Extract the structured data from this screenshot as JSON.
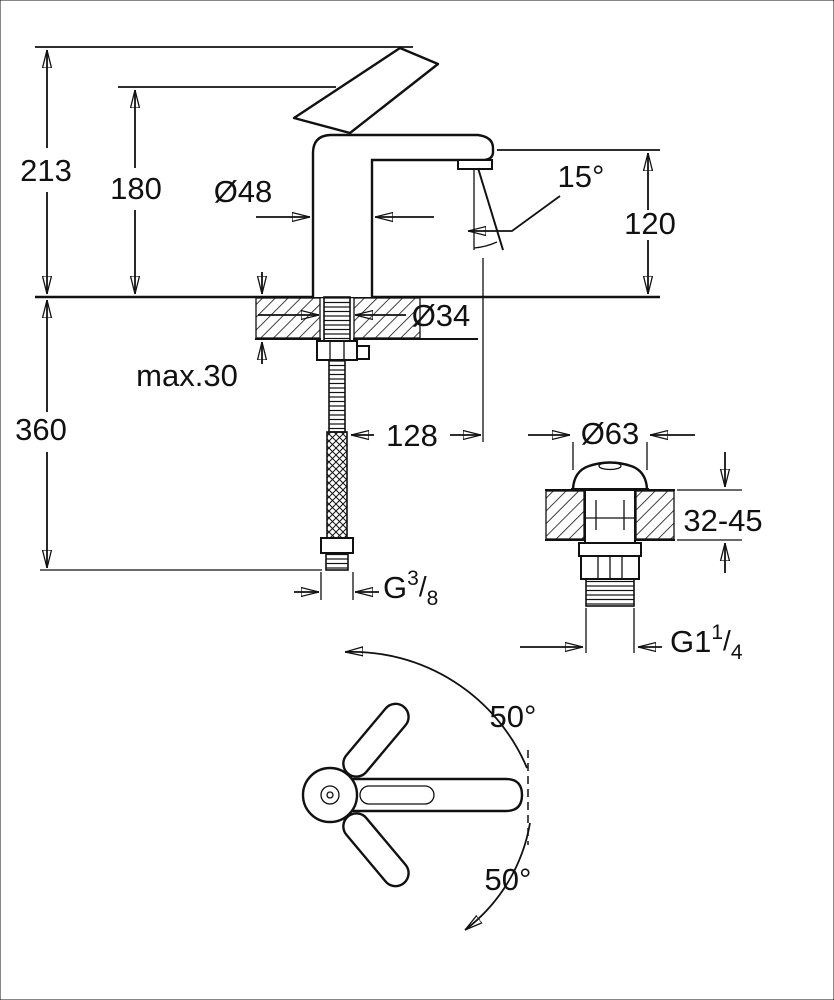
{
  "drawing": {
    "side_view": {
      "total_height_mm": "213",
      "body_height_mm": "180",
      "base_diameter": "Ø48",
      "spout_angle": "15°",
      "spout_height_mm": "120",
      "shank_diameter": "Ø34",
      "max_deck_thickness": "max.30",
      "hose_length_mm": "360",
      "spout_reach_mm": "128",
      "supply_thread": {
        "prefix": "G",
        "numerator": "3",
        "slash": "/",
        "denominator": "8"
      }
    },
    "drain": {
      "flange_diameter": "Ø63",
      "deck_range_mm": "32-45",
      "waste_thread": {
        "prefix": "G1",
        "numerator": "1",
        "slash": "/",
        "denominator": "4"
      }
    },
    "top_view": {
      "swivel_upper": "50°",
      "swivel_lower": "50°"
    }
  }
}
